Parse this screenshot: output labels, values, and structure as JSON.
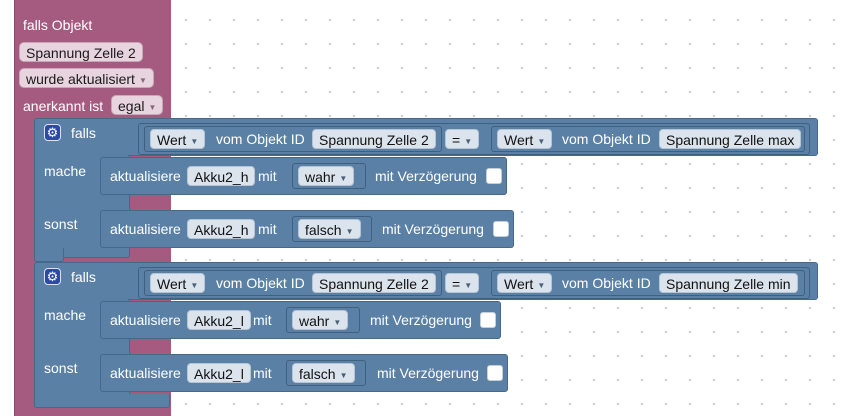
{
  "trigger": {
    "label_if": "falls Objekt",
    "object": "Spannung Zelle 2",
    "event": "wurde aktualisiert",
    "ack_label": "anerkannt ist",
    "ack_value": "egal"
  },
  "if_blocks": [
    {
      "label_if": "falls",
      "label_do": "mache",
      "label_else": "sonst",
      "condition": {
        "left_field": "Wert",
        "left_text": "vom Objekt ID",
        "left_object": "Spannung Zelle 2",
        "operator": "=",
        "right_field": "Wert",
        "right_text": "vom Objekt ID",
        "right_object": "Spannung Zelle max"
      },
      "do": {
        "action": "aktualisiere",
        "target": "Akku2_h",
        "with": "mit",
        "value": "wahr",
        "delay": "mit Verzögerung"
      },
      "else": {
        "action": "aktualisiere",
        "target": "Akku2_h",
        "with": "mit",
        "value": "falsch",
        "delay": "mit Verzögerung"
      }
    },
    {
      "label_if": "falls",
      "label_do": "mache",
      "label_else": "sonst",
      "condition": {
        "left_field": "Wert",
        "left_text": "vom Objekt ID",
        "left_object": "Spannung Zelle 2",
        "operator": "=",
        "right_field": "Wert",
        "right_text": "vom Objekt ID",
        "right_object": "Spannung Zelle min"
      },
      "do": {
        "action": "aktualisiere",
        "target": "Akku2_l",
        "with": "mit",
        "value": "wahr",
        "delay": "mit Verzögerung"
      },
      "else": {
        "action": "aktualisiere",
        "target": "Akku2_l",
        "with": "mit",
        "value": "falsch",
        "delay": "mit Verzögerung"
      }
    }
  ],
  "icons": {
    "dropdown": "triangle-down-icon",
    "settings": "gear-icon"
  },
  "colors": {
    "trigger": "#a55b80",
    "logic": "#5b80a5",
    "workspace": "#ffffff"
  }
}
